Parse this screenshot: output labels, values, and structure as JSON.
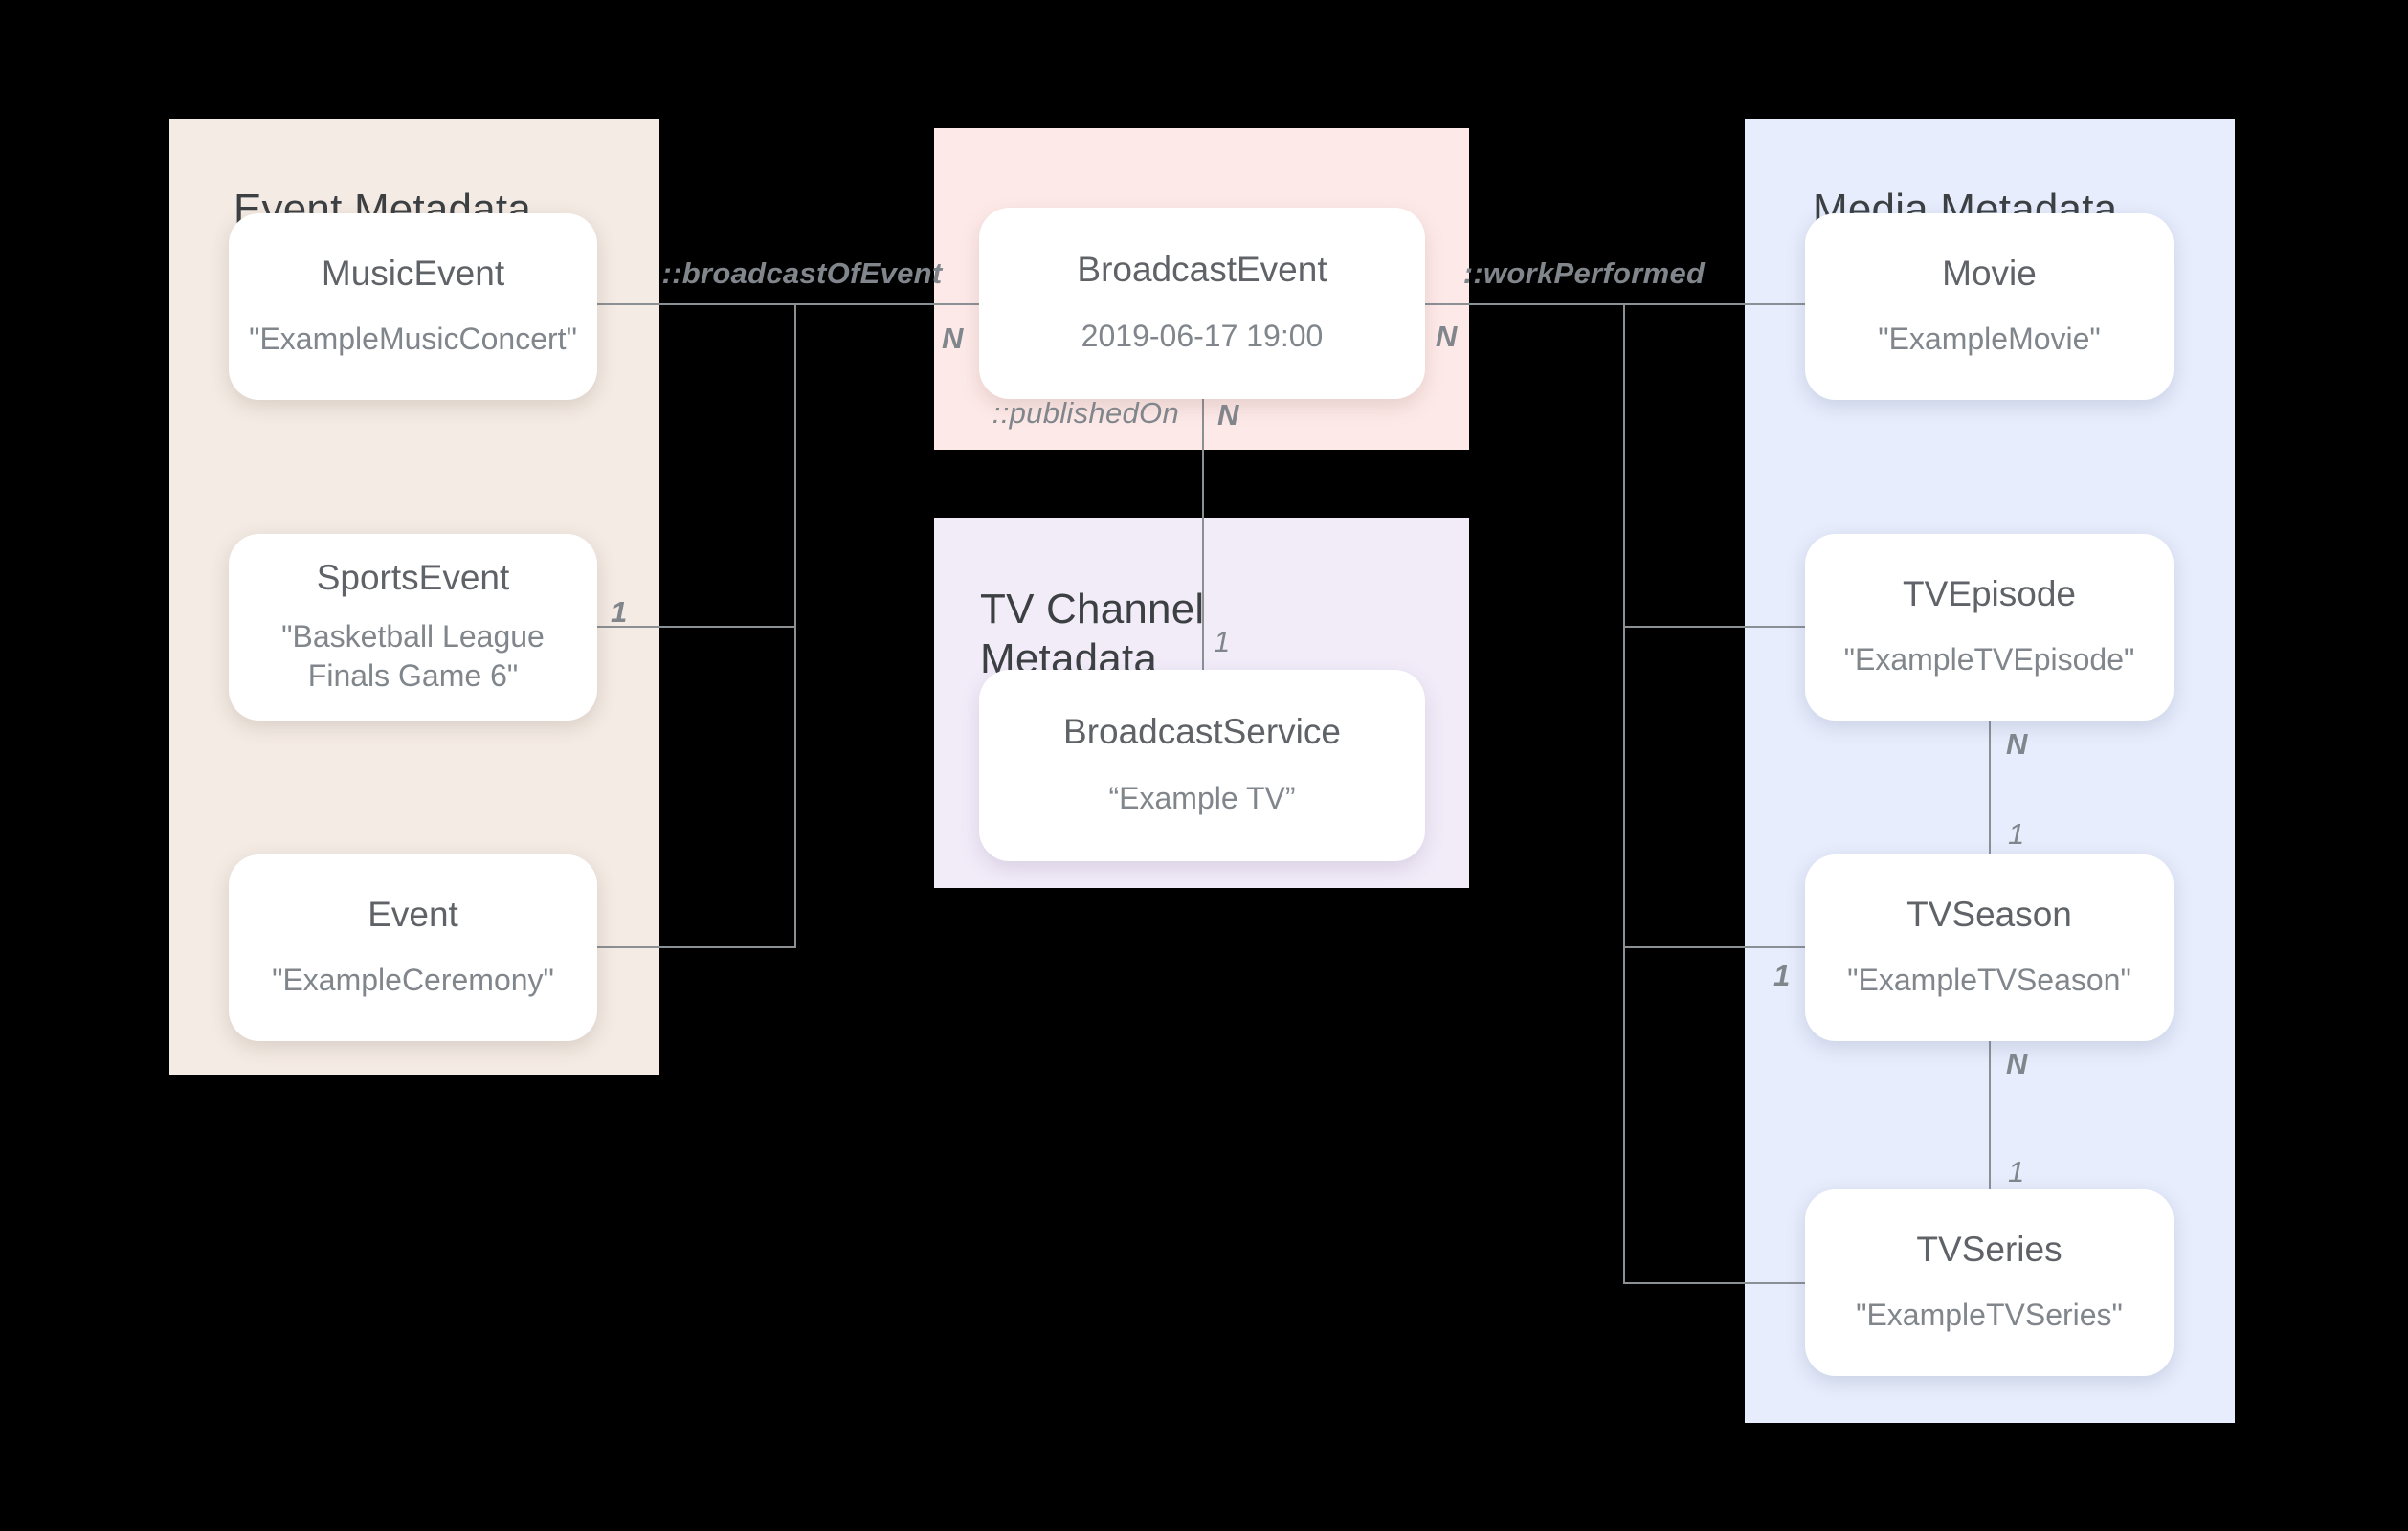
{
  "colors": {
    "background": "#000000",
    "panel_event": "#f4ebe4",
    "panel_broadcast": "#fdeae8",
    "panel_tv": "#f2ecf9",
    "panel_media": "#e7edfc",
    "card": "#ffffff",
    "line": "#8b9095",
    "title": "#3c4043",
    "node_title": "#5f6368",
    "muted": "#80868b"
  },
  "panels": {
    "event": {
      "title": "Event Metadata"
    },
    "tv_channel": {
      "title": "TV Channel Metadata"
    },
    "media": {
      "title": "Media Metadata"
    }
  },
  "nodes": {
    "music_event": {
      "title": "MusicEvent",
      "value": "\"ExampleMusicConcert\""
    },
    "sports_event": {
      "title": "SportsEvent",
      "value": "\"Basketball League Finals Game 6\""
    },
    "event": {
      "title": "Event",
      "value": "\"ExampleCeremony\""
    },
    "broadcast_event": {
      "title": "BroadcastEvent",
      "value": "2019-06-17 19:00"
    },
    "broadcast_service": {
      "title": "BroadcastService",
      "value": "“Example TV”"
    },
    "movie": {
      "title": "Movie",
      "value": "\"ExampleMovie\""
    },
    "tv_episode": {
      "title": "TVEpisode",
      "value": "\"ExampleTVEpisode\""
    },
    "tv_season": {
      "title": "TVSeason",
      "value": "\"ExampleTVSeason\""
    },
    "tv_series": {
      "title": "TVSeries",
      "value": "\"ExampleTVSeries\""
    }
  },
  "edge_labels": {
    "broadcast_of_event": "::broadcastOfEvent",
    "work_performed": "::workPerformed",
    "published_on": "::publishedOn"
  },
  "cardinalities": {
    "broadcast_left_n": "N",
    "work_performed_n": "N",
    "published_on_n": "N",
    "published_on_1": "1",
    "sports_event_1": "1",
    "episode_n": "N",
    "episode_1": "1",
    "season_left_1": "1",
    "season_n": "N",
    "series_1": "1"
  }
}
